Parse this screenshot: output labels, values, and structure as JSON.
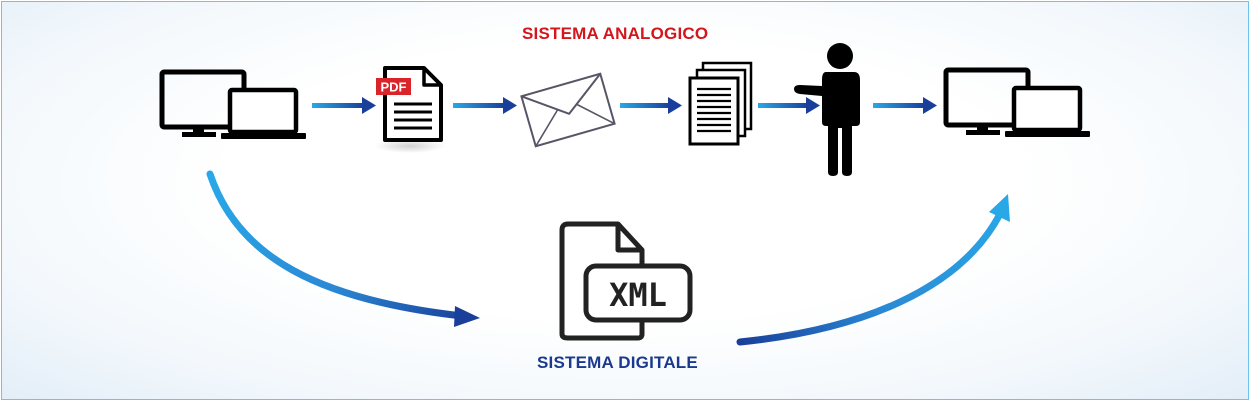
{
  "labels": {
    "analog": "SISTEMA ANALOGICO",
    "digital": "SISTEMA DIGITALE",
    "pdf_badge": "PDF",
    "xml_badge": "XML"
  },
  "colors": {
    "analog_label": "#d4151c",
    "digital_label": "#1b3a8f",
    "arrow_light": "#29a8e8",
    "arrow_dark": "#1a3f9a",
    "pdf_badge": "#d9252a",
    "frame_border": "#6cc4ec"
  },
  "nodes": [
    {
      "icon": "computer-laptop-icon"
    },
    {
      "icon": "pdf-document-icon"
    },
    {
      "icon": "envelope-icon"
    },
    {
      "icon": "document-stack-icon"
    },
    {
      "icon": "person-icon"
    },
    {
      "icon": "computer-laptop-icon"
    },
    {
      "icon": "xml-file-icon"
    }
  ]
}
